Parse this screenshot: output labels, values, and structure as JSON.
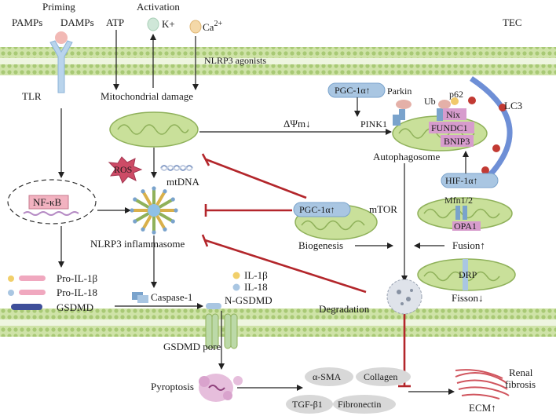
{
  "labels": {
    "priming": "Priming",
    "pamps": "PAMPs",
    "damps": "DAMPs",
    "atp": "ATP",
    "activation": "Activation",
    "k_plus": "K+",
    "ca": "Ca",
    "ca_sup": "2+",
    "tec": "TEC",
    "nlrp3_agonists": "NLRP3 agonists",
    "tlr": "TLR",
    "mito_damage": "Mitochondrial damage",
    "pgc_top": "PGC-1α↑",
    "parkin": "Parkin",
    "ub": "Ub",
    "p62": "p62",
    "lc3": "LC3",
    "nix": "Nix",
    "pink1": "PINK1",
    "fundc1": "FUNDC1",
    "bnip3": "BNIP3",
    "delta_psi": "ΔΨm↓",
    "autophagosome": "Autophagosome",
    "ros": "ROS",
    "mtdna": "mtDNA",
    "nfkb": "NF-κB",
    "hif": "HIF-1α↑",
    "mfn": "Mfn1/2",
    "opa1": "OPA1",
    "pgc_mid": "PGC-1α↑",
    "mtor": "mTOR",
    "nlrp3_inflammasome": "NLRP3 inflammasome",
    "biogenesis": "Biogenesis",
    "fusion": "Fusion↑",
    "pro_il1b": "Pro-IL-1β",
    "pro_il18": "Pro-IL-18",
    "gsdmd": "GSDMD",
    "il1b": "IL-1β",
    "il18": "IL-18",
    "caspase1": "Caspase-1",
    "ngsdmd": "N-GSDMD",
    "drp": "DRP",
    "fisson": "Fisson↓",
    "degradation": "Degradation",
    "gsdmd_pore": "GSDMD pore",
    "asma": "α-SMA",
    "collagen": "Collagen",
    "renal": "Renal",
    "fibrosis": "fibrosis",
    "pyroptosis": "Pyroptosis",
    "tgfb1": "TGF-β1",
    "fibronectin": "Fibronectin",
    "ecm": "ECM↑"
  },
  "colors": {
    "membrane": "#b9d68a",
    "membrane_dot": "#9cc068",
    "mito_fill": "#c9e09a",
    "mito_stroke": "#8fb15a",
    "inhibit": "#b3262b",
    "arrow": "#222222",
    "protein_blue": "#a9c6e2",
    "protein_pink": "#e2a8cf",
    "ros": "#cd4b66"
  }
}
